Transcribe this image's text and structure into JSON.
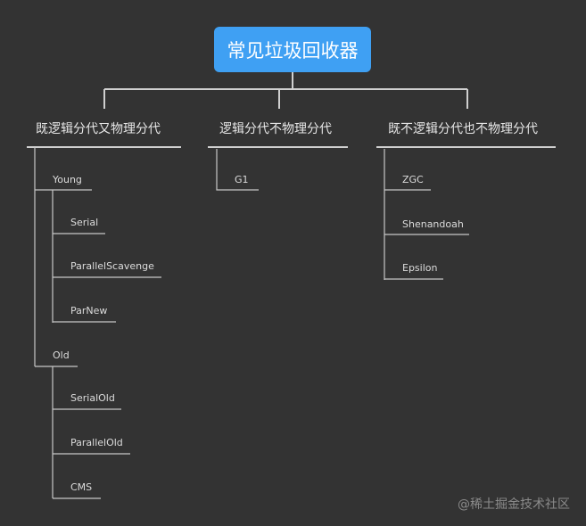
{
  "root": {
    "label": "常见垃圾回收器"
  },
  "branches": [
    {
      "label": "既逻辑分代又物理分代",
      "young": {
        "label": "Young",
        "items": [
          "Serial",
          "ParallelScavenge",
          "ParNew"
        ]
      },
      "old": {
        "label": "Old",
        "items": [
          "SerialOld",
          "ParallelOld",
          "CMS"
        ]
      }
    },
    {
      "label": "逻辑分代不物理分代",
      "items": [
        "G1"
      ]
    },
    {
      "label": "既不逻辑分代也不物理分代",
      "items": [
        "ZGC",
        "Shenandoah",
        "Epsilon"
      ]
    }
  ],
  "watermark": "@稀土掘金技术社区",
  "colors": {
    "background": "#333333",
    "root": "#3fa0f3"
  }
}
